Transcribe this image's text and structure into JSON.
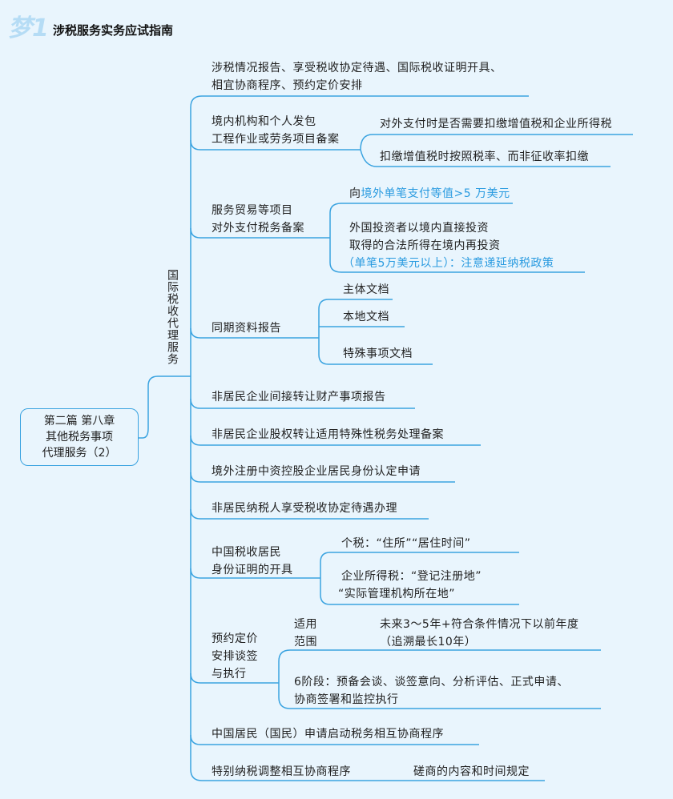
{
  "header": {
    "logo": "梦1",
    "title": "涉税服务实务应试指南"
  },
  "root": {
    "lines": [
      "第二篇 第八章",
      "其他税务事项",
      "代理服务（2）"
    ]
  },
  "branch_title": "国际税收代理服务",
  "colors": {
    "line": "#3aa3e0",
    "highlight": "#2a9be0",
    "background": "#e9f5fd"
  },
  "branches": [
    {
      "lines": [
        "涉税情况报告、享受税收协定待遇、国际税收证明开具、",
        "相宜协商程序、预约定价安排"
      ]
    },
    {
      "lines": [
        "境内机构和个人发包",
        "工程作业或劳务项目备案"
      ],
      "children": [
        "对外支付时是否需要扣缴增值税和企业所得税",
        "扣缴增值税时按照税率、而非征收率扣缴"
      ]
    },
    {
      "lines": [
        "服务贸易等项目",
        "对外支付税务备案"
      ],
      "children": [
        {
          "prefix": "向",
          "highlight": "境外单笔支付等值>5 万美元"
        },
        {
          "lines": [
            "外国投资者以境内直接投资",
            "取得的合法所得在境内再投资"
          ],
          "highlight": "（单笔5万美元以上）：注意递延纳税政策"
        }
      ]
    },
    {
      "lines": [
        "同期资料报告"
      ],
      "children": [
        "主体文档",
        "本地文档",
        "特殊事项文档"
      ]
    },
    {
      "lines": [
        "非居民企业间接转让财产事项报告"
      ]
    },
    {
      "lines": [
        "非居民企业股权转让适用特殊性税务处理备案"
      ]
    },
    {
      "lines": [
        "境外注册中资控股企业居民身份认定申请"
      ]
    },
    {
      "lines": [
        "非居民纳税人享受税收协定待遇办理"
      ]
    },
    {
      "lines": [
        "中国税收居民",
        "身份证明的开具"
      ],
      "children": [
        [
          "个税：“住所”“居住时间”"
        ],
        [
          "企业所得税：“登记注册地”",
          "“实际管理机构所在地”"
        ]
      ]
    },
    {
      "lines": [
        "预约定价",
        "安排谈签",
        "与执行"
      ],
      "children": [
        {
          "label": [
            "适用",
            "范围"
          ],
          "value": [
            "未来3～5年+符合条件情况下以前年度",
            "（追溯最长10年）"
          ]
        },
        {
          "lines": [
            "6阶段：预备会谈、谈签意向、分析评估、正式申请、",
            "协商签署和监控执行"
          ]
        }
      ]
    },
    {
      "lines": [
        "中国居民（国民）申请启动税务相互协商程序"
      ]
    },
    {
      "lines": [
        "特别纳税调整相互协商程序"
      ],
      "children": [
        "磋商的内容和时间规定"
      ]
    }
  ]
}
